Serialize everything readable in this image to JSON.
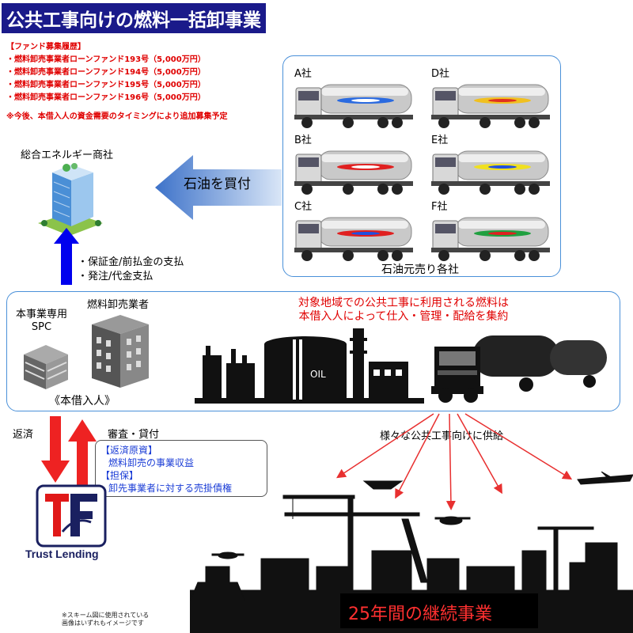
{
  "title": "公共工事向けの燃料一括卸事業",
  "fund": {
    "heading": "【ファンド募集履歴】",
    "items": [
      "・燃料卸売事業者ローンファンド193号（5,000万円）",
      "・燃料卸売事業者ローンファンド194号（5,000万円）",
      "・燃料卸売事業者ローンファンド195号（5,000万円）",
      "・燃料卸売事業者ローンファンド196号（5,000万円）"
    ],
    "note": "※今後、本借入人の資金需要のタイミングにより追加募集予定"
  },
  "trading_company": "総合エネルギー商社",
  "buy_arrow_label": "石油を買付",
  "suppliers": {
    "trucks": [
      "A社",
      "D社",
      "B社",
      "E社",
      "C社",
      "F社"
    ],
    "caption": "石油元売り各社"
  },
  "payments": {
    "line1": "・保証金/前払金の支払",
    "line2": "・発注/代金支払"
  },
  "borrower_box": {
    "spc_label_1": "本事業専用",
    "spc_label_2": "SPC",
    "wholesaler_label": "燃料卸売業者",
    "borrower_label": "《本借入人》",
    "description_1": "対象地域での公共工事に利用される燃料は",
    "description_2": "本借入人によって仕入・管理・配給を集約",
    "oil_tank_text": "OIL"
  },
  "repay_label": "返済",
  "loan_label": "審査・貸付",
  "note_box": {
    "h1": "【返済原資】",
    "b1": "燃料卸売の事業収益",
    "h2": "【担保】",
    "b2": "卸先事業者に対する売掛債権"
  },
  "supply_label": "様々な公共工事向けに供給",
  "lender_name": "Trust Lending",
  "result_label": "25年間の継続事業",
  "disclaimer_1": "※スキーム図に使用されている",
  "disclaimer_2": "画像はいずれもイメージです",
  "colors": {
    "title_bg": "#1a1a8a",
    "fund_text": "#e00000",
    "panel_border": "#4a90d9",
    "blue_arrow": "#0000ee",
    "red_arrow": "#ee2222",
    "result_text": "#ff3030"
  }
}
